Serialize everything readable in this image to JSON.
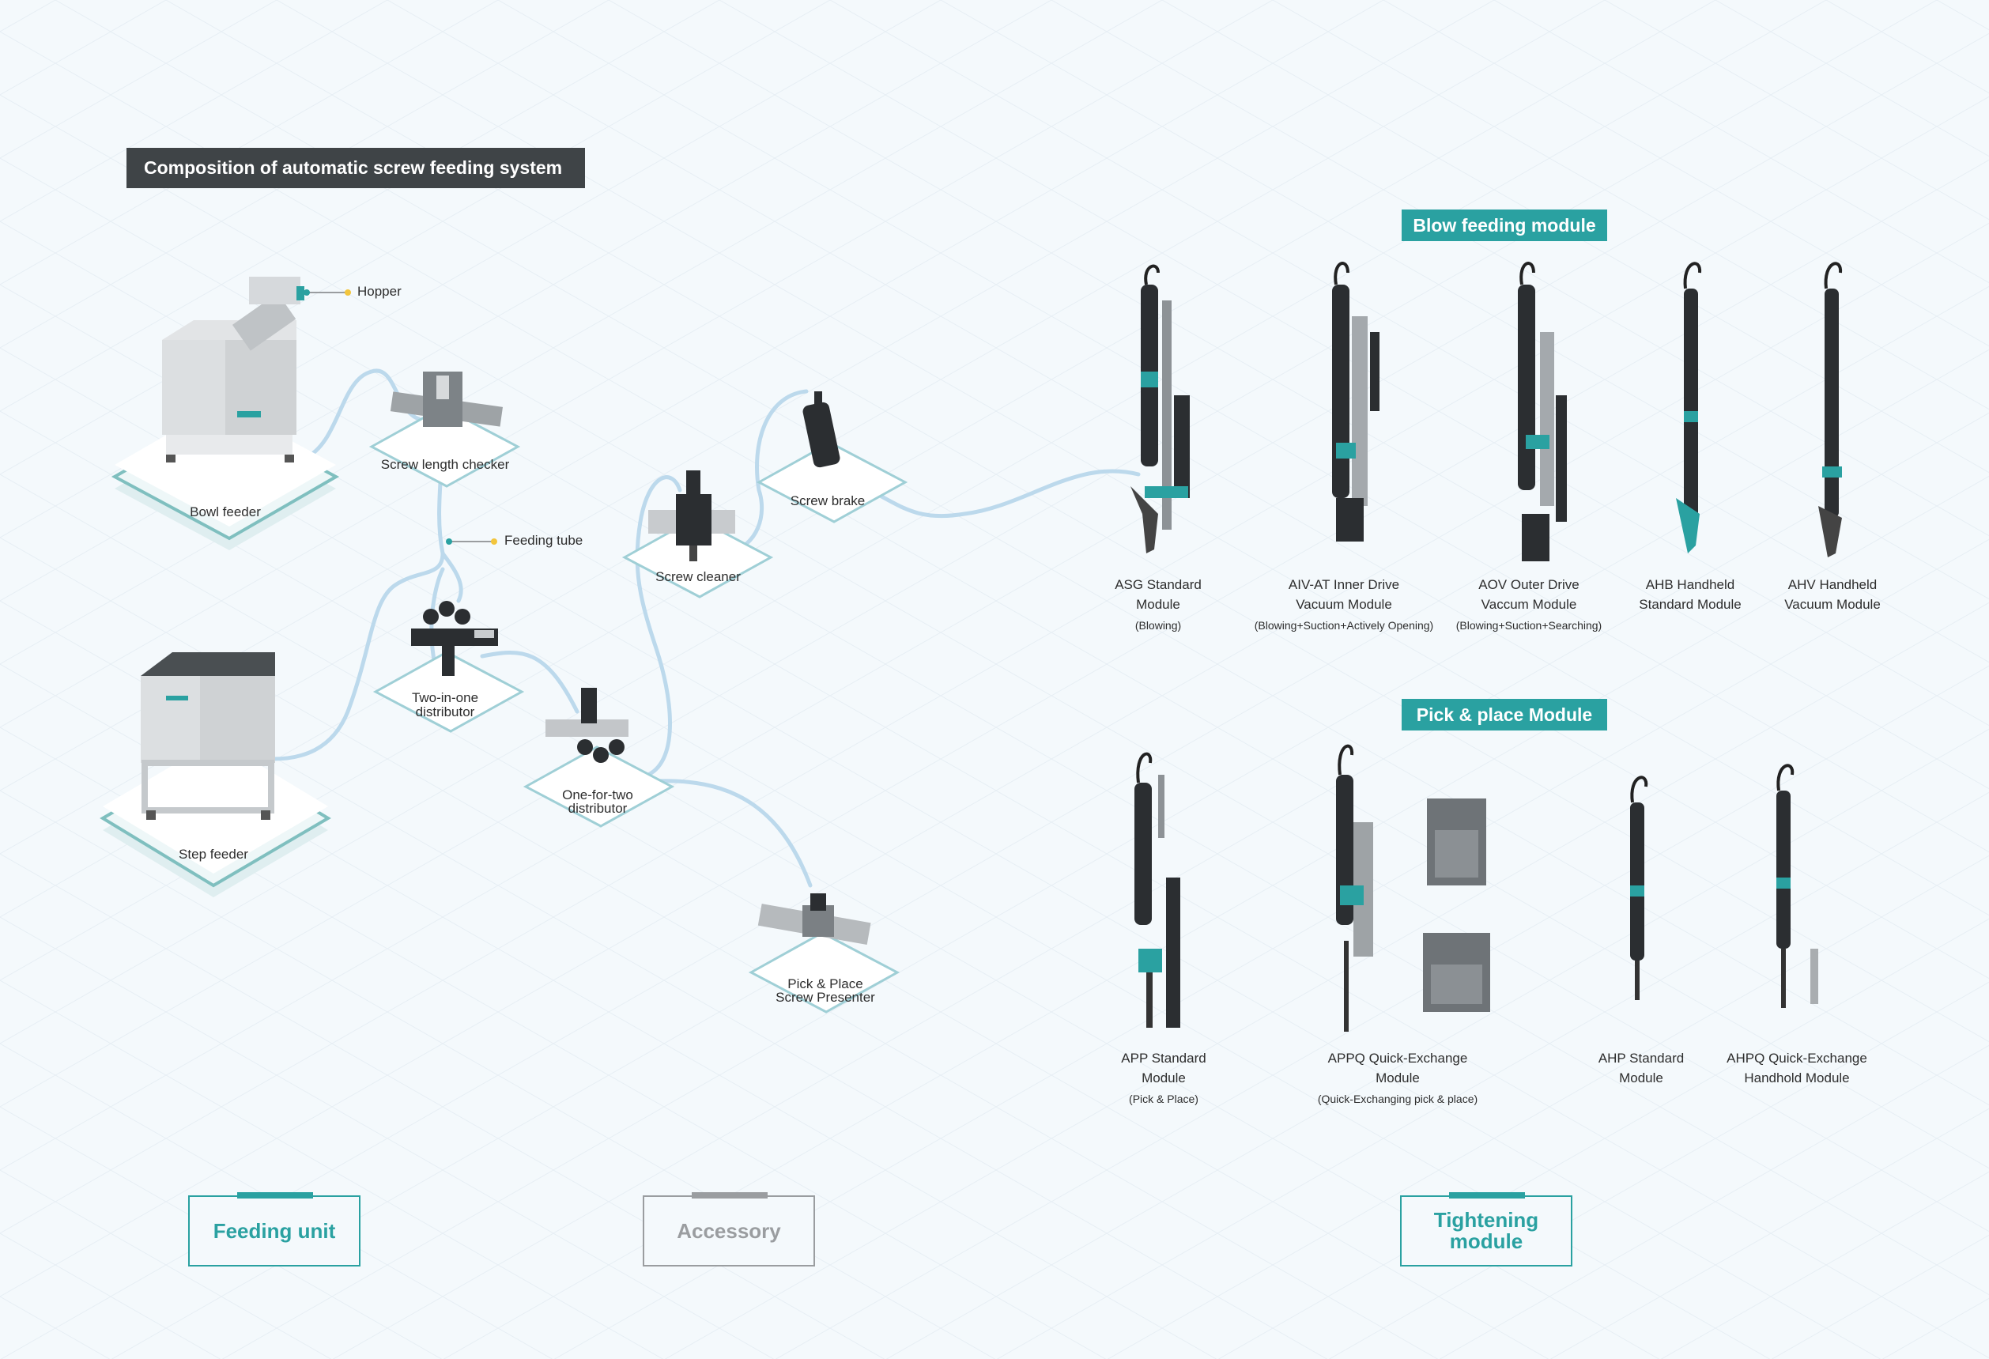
{
  "title": "Composition of automatic screw feeding system",
  "sections": {
    "blow_feeding": "Blow feeding module",
    "pick_place": "Pick & place Module"
  },
  "callouts": {
    "hopper": "Hopper",
    "feeding_tube": "Feeding tube"
  },
  "feeding_nodes": {
    "bowl_feeder": "Bowl feeder",
    "step_feeder": "Step feeder",
    "screw_length_checker": "Screw length checker",
    "two_in_one_1": "Two-in-one",
    "two_in_one_2": "distributor",
    "one_for_two_1": "One-for-two",
    "one_for_two_2": "distributor",
    "screw_cleaner": "Screw cleaner",
    "screw_brake": "Screw brake",
    "pick_place_1": "Pick & Place",
    "pick_place_2": "Screw Presenter"
  },
  "blow_modules": [
    {
      "line1": "ASG Standard",
      "line2": "Module",
      "sub": "(Blowing)"
    },
    {
      "line1": "AIV-AT Inner Drive",
      "line2": "Vacuum Module",
      "sub": "(Blowing+Suction+Actively Opening)"
    },
    {
      "line1": "AOV Outer Drive",
      "line2": "Vaccum Module",
      "sub": "(Blowing+Suction+Searching)"
    },
    {
      "line1": "AHB Handheld",
      "line2": "Standard Module",
      "sub": ""
    },
    {
      "line1": "AHV Handheld",
      "line2": "Vacuum Module",
      "sub": ""
    }
  ],
  "pick_modules": [
    {
      "line1": "APP Standard",
      "line2": "Module",
      "sub": "(Pick & Place)"
    },
    {
      "line1": "APPQ Quick-Exchange",
      "line2": "Module",
      "sub": "(Quick-Exchanging pick & place)"
    },
    {
      "line1": "AHP Standard",
      "line2": "Module",
      "sub": ""
    },
    {
      "line1": "AHPQ Quick-Exchange",
      "line2": "Handhold Module",
      "sub": ""
    }
  ],
  "legend": {
    "feeding_unit": "Feeding unit",
    "accessory": "Accessory",
    "tightening_1": "Tightening",
    "tightening_2": "module"
  },
  "colors": {
    "accent": "#2aa1a1",
    "title_bg": "#3f4447",
    "accessory_gray": "#9a9da0",
    "tube": "#bcd9ec",
    "callout_dot": "#f2c53d"
  }
}
